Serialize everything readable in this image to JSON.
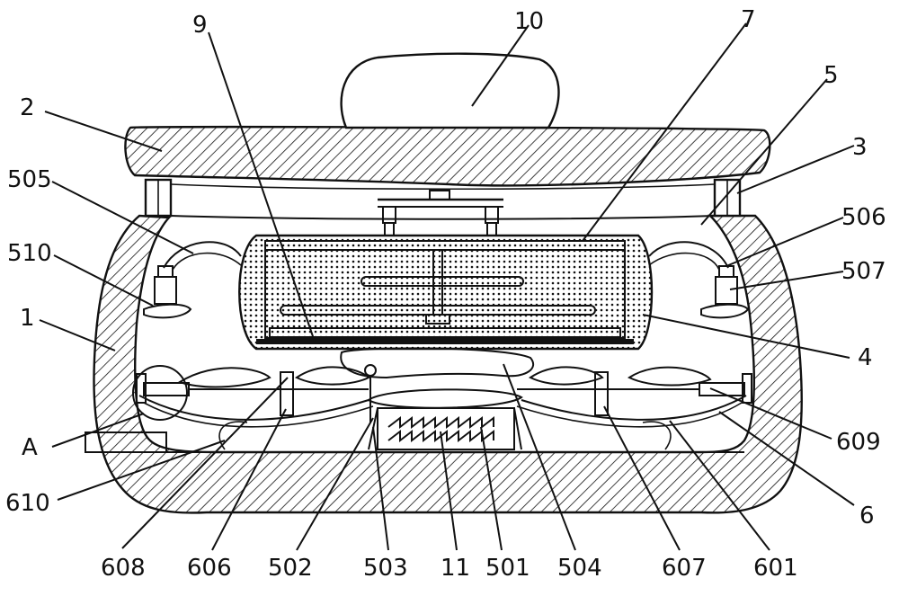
{
  "labels": {
    "l10": "10",
    "l9": "9",
    "l7": "7",
    "l5": "5",
    "l2": "2",
    "l3": "3",
    "l505": "505",
    "l506": "506",
    "l510": "510",
    "l507": "507",
    "l1": "1",
    "l4": "4",
    "lA": "A",
    "l609": "609",
    "l610": "610",
    "l6": "6",
    "l608": "608",
    "l606": "606",
    "l502": "502",
    "l503": "503",
    "l11": "11",
    "l501": "501",
    "l504": "504",
    "l607": "607",
    "l601": "601"
  }
}
